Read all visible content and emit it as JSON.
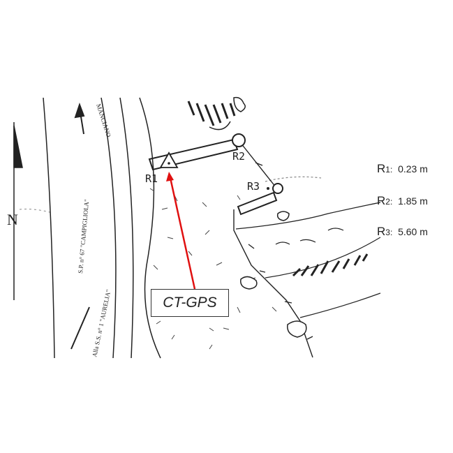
{
  "north_label": "N",
  "road_labels": {
    "manciano": "MANCIANO",
    "sp67": "S.P. n° 67 \"CAMPIGLIOLA\"",
    "aurelia": "Alla S.S. n° 1 \"AURELIA\""
  },
  "reflectors": [
    {
      "id": "R1",
      "sketch_label": "R1",
      "prefix": "R",
      "sub": "1",
      "value": "0.23 m"
    },
    {
      "id": "R2",
      "sketch_label": "R2",
      "prefix": "R",
      "sub": "2",
      "value": "1.85 m"
    },
    {
      "id": "R3",
      "sketch_label": "R3",
      "prefix": "R",
      "sub": "3",
      "value": "5.60 m"
    }
  ],
  "ct_gps_label": "CT-GPS",
  "colors": {
    "arrow": "#e01010",
    "ink": "#222222"
  }
}
